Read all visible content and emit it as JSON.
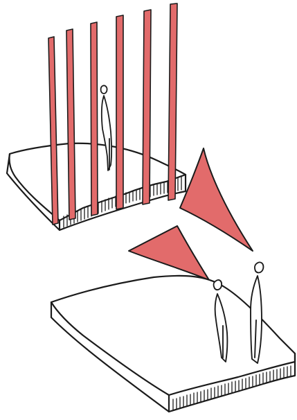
{
  "illustration": {
    "colors": {
      "accent": "#e26b6b",
      "ink": "#1b1b1b",
      "paper": "#ffffff"
    },
    "elements": [
      "upper-platform",
      "bars",
      "caged-figure",
      "triangles",
      "lower-platform",
      "lower-figures"
    ]
  }
}
